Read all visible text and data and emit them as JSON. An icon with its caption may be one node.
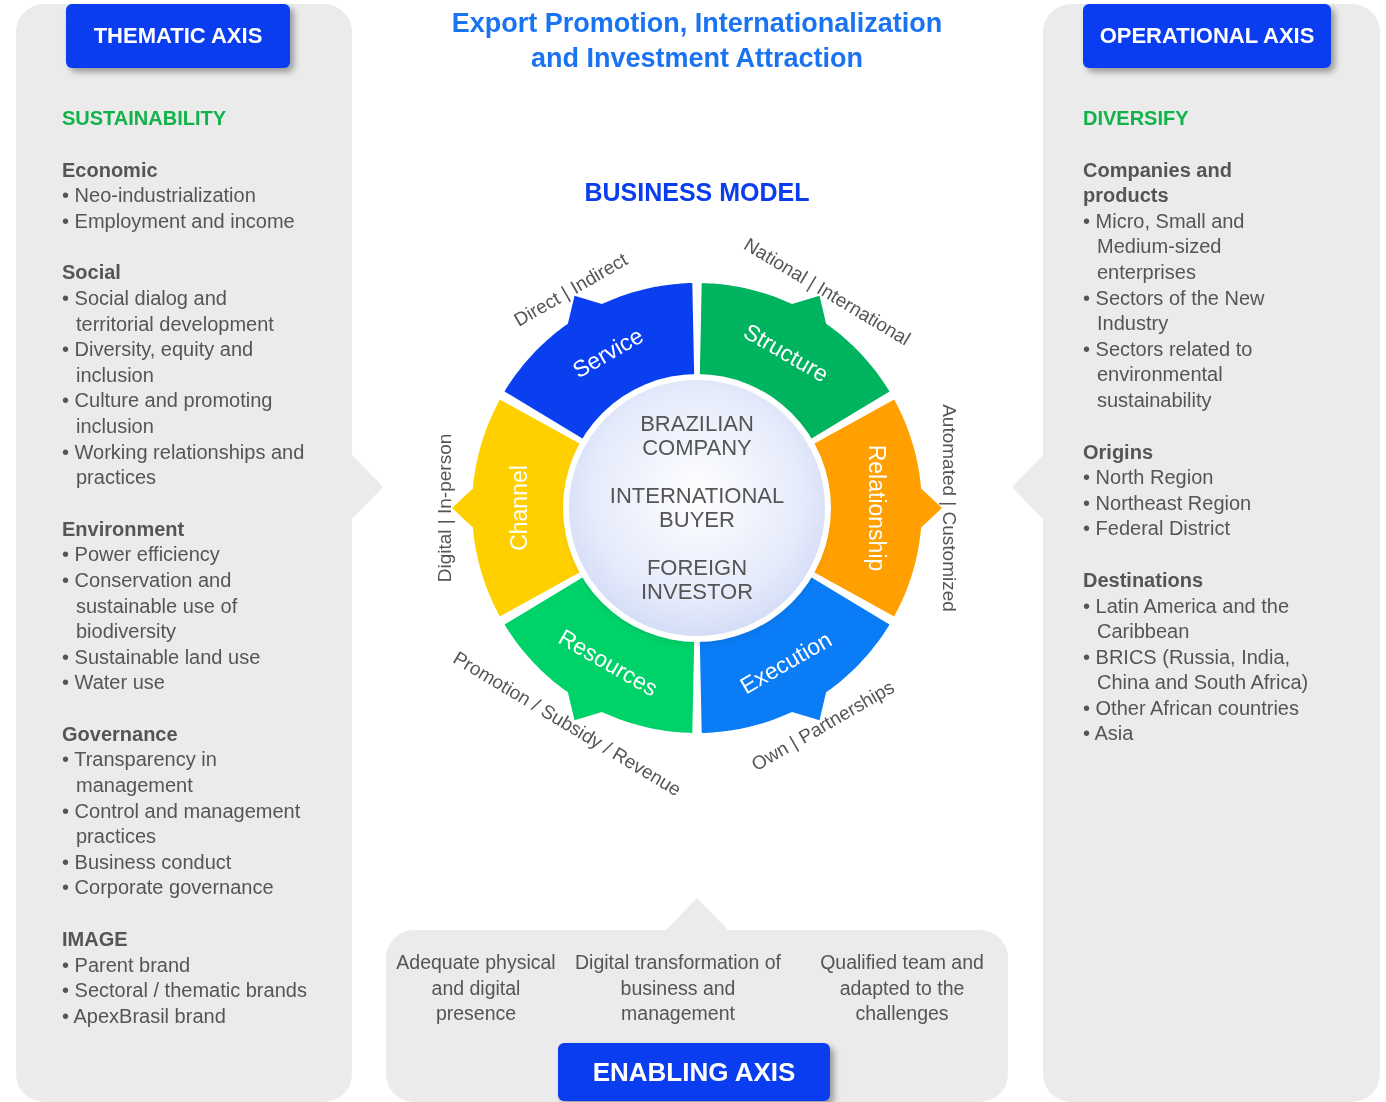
{
  "diagram": {
    "title": "Export Promotion, Internationalization and Investment Attraction",
    "nodes": [
      {
        "text": [
          "SUSTAINABILITY",
          "Economic",
          "• Neo-industrialization",
          "• Employment and income",
          "Social",
          "• Social dialog and territorial development",
          "• Diversity, equity and inclusion",
          "• Culture and promoting inclusion",
          "• Working relationships and practices",
          "Environment",
          "• Power efficiency",
          "• Conservation and sustainable use of biodiversity",
          "• Sustainable land use",
          "• Water use",
          "Governance",
          "• Transparency in management",
          "• Control and management practices",
          "• Business conduct",
          "• Corporate governance",
          "IMAGE",
          "• Parent brand",
          "• Sectoral / thematic brands",
          "• ApexBrasil brand"
        ]
      },
      {
        "text": [
          "THEMATIC AXIS"
        ],
        "in": 0
      },
      {
        "text": [
          "DIVERSIFY",
          "Companies and products",
          "• Micro, Small and Medium-sized enterprises",
          "• Sectors of the New Industry",
          "• Sectors related to environmental sustainability",
          "Origins",
          "• North Region",
          "• Northeast Region",
          "• Federal District",
          "Destinations",
          "• Latin America and the Caribbean",
          "• BRICS (Russia, India, China and South Africa)",
          "• Other African countries",
          "• Asia"
        ]
      },
      {
        "text": [
          "OPERATIONAL AXIS"
        ],
        "in": 2
      },
      {
        "text": [
          "Adequate physical and digital presence",
          "Digital transformation of business and management",
          "Qualified team and adapted to the challenges"
        ]
      },
      {
        "text": [
          "ENABLING AXIS"
        ],
        "in": 4
      },
      {
        "text": [
          "Service"
        ]
      },
      {
        "text": [
          "Structure"
        ]
      },
      {
        "text": [
          "Relationship"
        ]
      },
      {
        "text": [
          "Execution"
        ]
      },
      {
        "text": [
          "Resources"
        ]
      },
      {
        "text": [
          "Channel"
        ]
      },
      {
        "text": [
          "BRAZILIAN COMPANY",
          "INTERNATIONAL BUYER",
          "FOREIGN INVESTOR"
        ]
      }
    ],
    "edges": [],
    "labels": [
      "BUSINESS MODEL",
      "Direct | Indirect",
      "National | International",
      "Automated | Customized",
      "Own | Partnerships",
      "Promotion / Subsidy / Revenue",
      "Digital | In-person"
    ]
  }
}
